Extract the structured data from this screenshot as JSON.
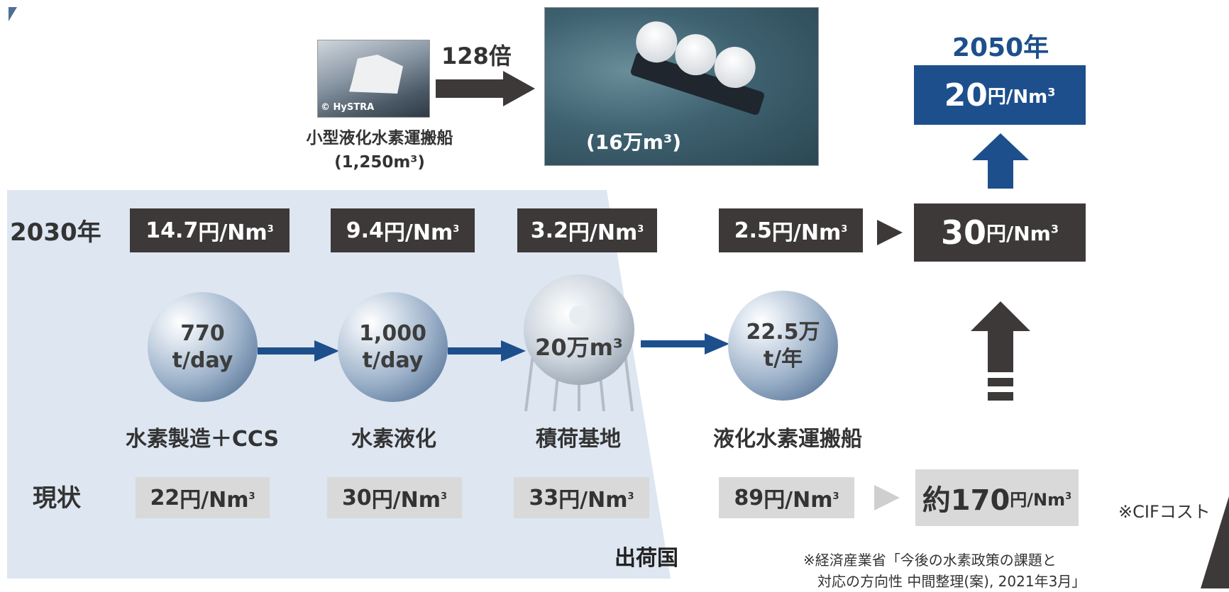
{
  "colors": {
    "dark_box": "#3d3939",
    "light_box": "#d9d9d9",
    "blue": "#1d4f8c",
    "panel": "#dde6f1"
  },
  "photos": {
    "small_ship": {
      "credit": "© HySTRA"
    },
    "large_ship": {
      "caption": "(16万m³)"
    }
  },
  "ratio_label": "128倍",
  "small_ship_caption": {
    "line1": "小型液化水素運搬船",
    "line2": "(1,250m³)"
  },
  "target_2050": {
    "year": "2050年",
    "value": "20",
    "unit": "円/Nm",
    "unit_sup": "3"
  },
  "row_2030": {
    "label": "2030年",
    "items": [
      {
        "value": "14.7",
        "unit": "円/Nm",
        "unit_sup": "3"
      },
      {
        "value": "9.4",
        "unit": "円/Nm",
        "unit_sup": "3"
      },
      {
        "value": "3.2",
        "unit": "円/Nm",
        "unit_sup": "3"
      },
      {
        "value": "2.5",
        "unit": "円/Nm",
        "unit_sup": "3"
      }
    ],
    "total": {
      "value": "30",
      "unit": "円/Nm",
      "unit_sup": "3"
    }
  },
  "capacities": {
    "production": "770\nt/day",
    "liquefaction": "1,000\nt/day",
    "terminal": "20万m³",
    "carrier": "22.5万\nt/年"
  },
  "stages": [
    "水素製造＋CCS",
    "水素液化",
    "積荷基地",
    "液化水素運搬船"
  ],
  "row_now": {
    "label": "現状",
    "items": [
      {
        "value": "22",
        "unit": "円/Nm",
        "unit_sup": "3"
      },
      {
        "value": "30",
        "unit": "円/Nm",
        "unit_sup": "3"
      },
      {
        "value": "33",
        "unit": "円/Nm",
        "unit_sup": "3"
      },
      {
        "value": "89",
        "unit": "円/Nm",
        "unit_sup": "3"
      }
    ],
    "total": {
      "value": "約170",
      "unit": "円/Nm",
      "unit_sup": "3"
    }
  },
  "export_country_label": "出荷国",
  "cif_note": "※CIFコスト",
  "source_note": {
    "line1": "※経済産業省「今後の水素政策の課題と",
    "line2": "対応の方向性 中間整理(案), 2021年3月」"
  }
}
